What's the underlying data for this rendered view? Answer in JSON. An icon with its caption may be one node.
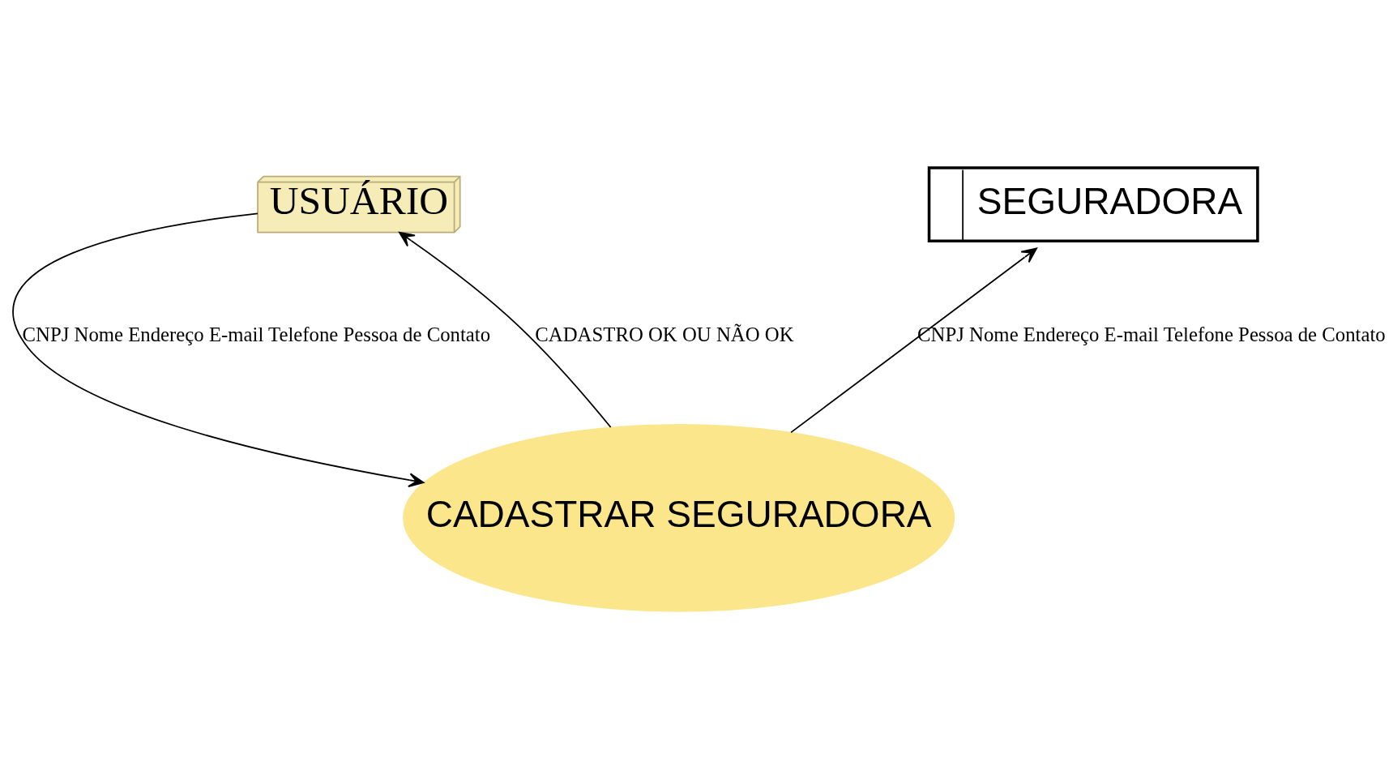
{
  "diagram": {
    "nodes": [
      {
        "text": [
          "USUÁRIO"
        ]
      },
      {
        "text": [
          "SEGURADORA"
        ]
      },
      {
        "text": [
          "CADASTRAR SEGURADORA"
        ]
      }
    ],
    "edges": [
      {
        "from": 0,
        "to": 2,
        "arrow": "to",
        "label": "CNPJ Nome Endereço E-mail Telefone Pessoa de Contato"
      },
      {
        "from": 2,
        "to": 0,
        "arrow": "to",
        "label": "CADASTRO OK OU NÃO OK"
      },
      {
        "from": 2,
        "to": 1,
        "arrow": "to",
        "label": "CNPJ Nome Endereço E-mail Telefone Pessoa de Contato"
      }
    ]
  }
}
